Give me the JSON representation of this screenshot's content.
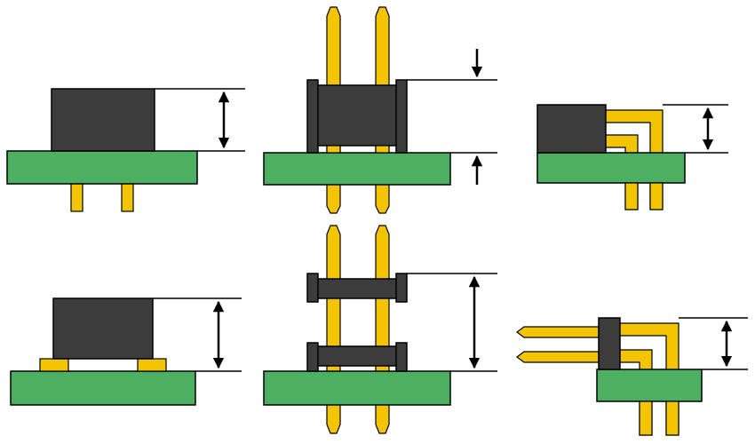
{
  "diagram": {
    "description_visible_text": [],
    "colors": {
      "pcb": "#4caf62",
      "connector_body": "#3c3c3c",
      "pin": "#f2c500",
      "outline": "#000000",
      "background": "#ffffff"
    },
    "views": [
      {
        "id": "smd-socket",
        "icon": "socket-on-board"
      },
      {
        "id": "pin-header-through-board",
        "icon": "header-through-board"
      },
      {
        "id": "right-angle-header",
        "icon": "right-angle-header"
      },
      {
        "id": "smd-socket-raised",
        "icon": "raised-socket"
      },
      {
        "id": "stacked-spacer-header",
        "icon": "double-spacer-header"
      },
      {
        "id": "right-angle-header-raised",
        "icon": "right-angle-header-side"
      }
    ]
  }
}
